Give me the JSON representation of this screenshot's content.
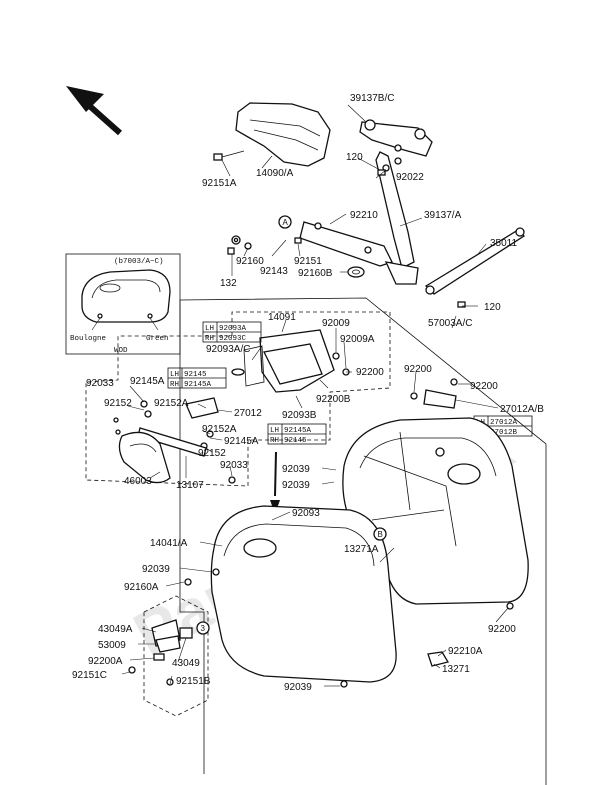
{
  "watermark": "PartsRepublik",
  "inset": {
    "model_code": "(b7003/A~C)",
    "label_left": "Boulogne",
    "label_right": "Green",
    "caption": "WOD"
  },
  "callouts": {
    "a": "A",
    "b": "B",
    "three": "3"
  },
  "tables": {
    "t1": [
      [
        "LH",
        "92093A"
      ],
      [
        "RH",
        "92093C"
      ]
    ],
    "t2": [
      [
        "LH",
        "92145"
      ],
      [
        "RH",
        "92145A"
      ]
    ],
    "t3": [
      [
        "LH",
        "92145A"
      ],
      [
        "RH",
        "92145"
      ]
    ],
    "t4": [
      [
        "LH",
        "27012A"
      ],
      [
        "RH",
        "27012B"
      ]
    ]
  },
  "labels": {
    "p39137bc": "39137B/C",
    "p14090a": "14090/A",
    "p92151a": "92151A",
    "p120a": "120",
    "p92022": "92022",
    "p92210": "92210",
    "p39137a": "39137/A",
    "p92160": "92160",
    "p92143": "92143",
    "p92151": "92151",
    "p132": "132",
    "p92160b": "92160B",
    "p35011": "35011",
    "p120b": "120",
    "p57003": "57003A/C",
    "p14091": "14091",
    "p92009": "92009",
    "p92093ac": "92093A/C",
    "p92009a": "92009A",
    "p92033a": "92033",
    "p92145a_top": "92145A",
    "p92200a": "92200",
    "p92200b": "92200B",
    "p92152a": "92152",
    "p92152a2": "92152A",
    "p27012": "27012",
    "p92093b": "92093B",
    "p92152a3": "92152A",
    "p92145a_mid": "92145A",
    "p92152b": "92152",
    "p92033b": "92033",
    "p46003": "46003",
    "p13107": "13107",
    "p92200c": "92200",
    "p92200d": "92200",
    "p27012ab": "27012A/B",
    "p92039a": "92039",
    "p92039b": "92039",
    "p14041a": "14041/A",
    "p92093": "92093",
    "p13271a": "13271A",
    "p92039c": "92039",
    "p92160a": "92160A",
    "p43049a": "43049A",
    "p53009": "53009",
    "p92200a2": "92200A",
    "p43049": "43049",
    "p92151c": "92151C",
    "p92151b": "92151B",
    "p92210a": "92210A",
    "p13271": "13271",
    "p92200e": "92200",
    "p92039d": "92039"
  }
}
